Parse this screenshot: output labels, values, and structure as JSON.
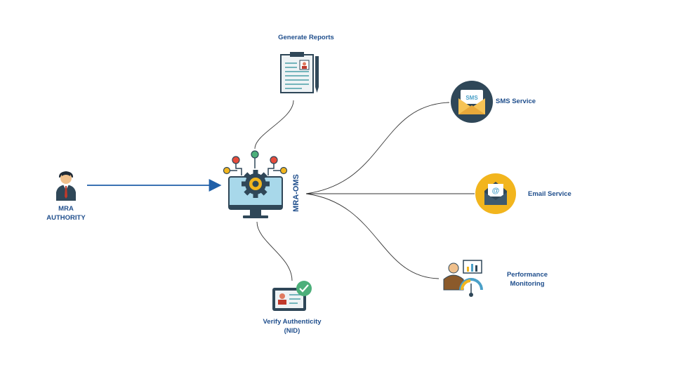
{
  "nodes": {
    "reports": {
      "label": "Generate Reports"
    },
    "sms": {
      "label": "SMS Service",
      "icon_text": "SMS"
    },
    "email": {
      "label": "Email Service",
      "icon_text": "@"
    },
    "performance": {
      "label_line1": "Performance",
      "label_line2": "Monitoring"
    },
    "verify": {
      "label_line1": "Verify Authenticity",
      "label_line2": "(NID)"
    },
    "authority": {
      "label_line1": "MRA",
      "label_line2": "AUTHORITY"
    },
    "center": {
      "label": "MRA-OMS"
    }
  },
  "colors": {
    "label": "#1f4e8c",
    "arrow": "#1f5fa8",
    "sms_bg": "#2f4758",
    "email_bg": "#f2b51d",
    "envelope": "#f6c355"
  },
  "icons": [
    "report-icon",
    "sms-icon",
    "email-icon",
    "performance-icon",
    "id-card-icon",
    "user-icon",
    "computer-gear-icon"
  ]
}
